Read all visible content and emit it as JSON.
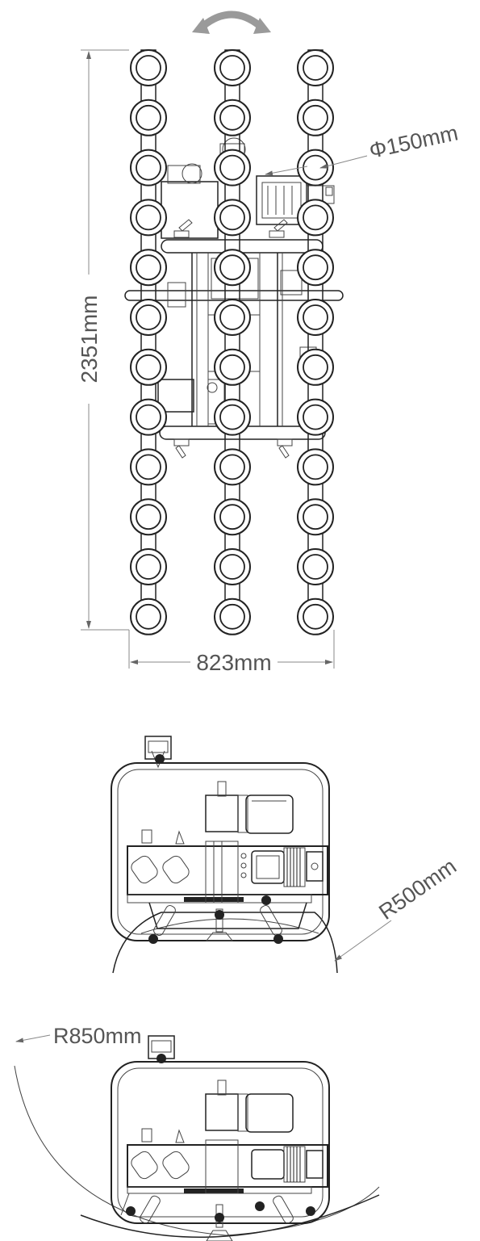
{
  "top_view": {
    "pad_diameter_label": "Φ150mm",
    "height_label": "2351mm",
    "width_label": "823mm",
    "rotation_icon": "double-arrow-rotate-icon"
  },
  "middle_view": {
    "radius_label": "R500mm"
  },
  "bottom_view": {
    "radius_label": "R850mm"
  },
  "colors": {
    "line": "#222222",
    "dimension": "#555555",
    "rotation_arrow": "#9a9a9a"
  }
}
